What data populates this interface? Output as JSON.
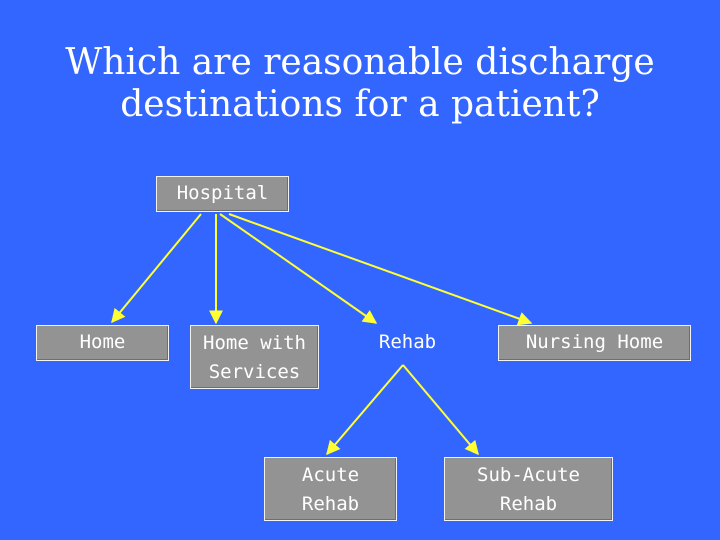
{
  "title": {
    "line1": "Which are reasonable discharge",
    "line2": "destinations for a patient?"
  },
  "nodes": {
    "hospital": "Hospital",
    "home": "Home",
    "home_services": "Home with\nServices",
    "rehab": "Rehab",
    "nursing_home": "Nursing Home",
    "acute_rehab": "Acute\nRehab",
    "sub_acute_rehab": "Sub-Acute\nRehab"
  },
  "edges": [
    {
      "from": "hospital",
      "to": "home"
    },
    {
      "from": "hospital",
      "to": "home_services"
    },
    {
      "from": "hospital",
      "to": "rehab"
    },
    {
      "from": "hospital",
      "to": "nursing_home"
    },
    {
      "from": "rehab",
      "to": "acute_rehab"
    },
    {
      "from": "rehab",
      "to": "sub_acute_rehab"
    }
  ],
  "colors": {
    "background": "#3366ff",
    "box_fill": "#939393",
    "text": "#ffffff",
    "connector": "#ffff33"
  }
}
